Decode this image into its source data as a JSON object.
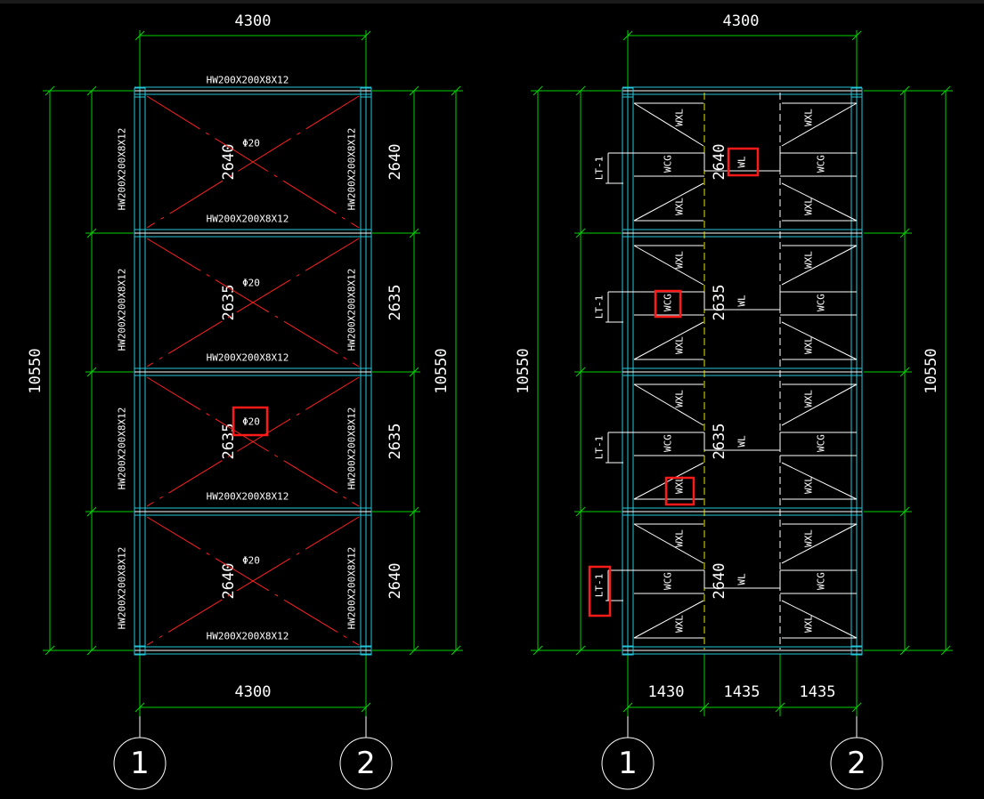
{
  "colors": {
    "background": "#000000",
    "dimension": "#00d400",
    "steel": "#26c6da",
    "brace": "#ff2020",
    "highlight": "#ff1a1a",
    "purlin_axis": "#e6e600"
  },
  "left": {
    "width_dim": "4300",
    "height_dim": "10550",
    "bay_dims": [
      "2640",
      "2635",
      "2635",
      "2640"
    ],
    "beam_label": "HW200X200X8X12",
    "column_label": "HW200X200X8X12",
    "brace_label": "Φ20",
    "axes": [
      "1",
      "2"
    ]
  },
  "right": {
    "width_dim": "4300",
    "height_dim": "10550",
    "bay_dims": [
      "2640",
      "2635",
      "2635",
      "2640"
    ],
    "bottom_dims": [
      "1430",
      "1435",
      "1435"
    ],
    "labels": {
      "brace": "WXL",
      "tie": "WCG",
      "purlin": "WL",
      "stair": "LT-1"
    },
    "axes": [
      "1",
      "2"
    ]
  }
}
